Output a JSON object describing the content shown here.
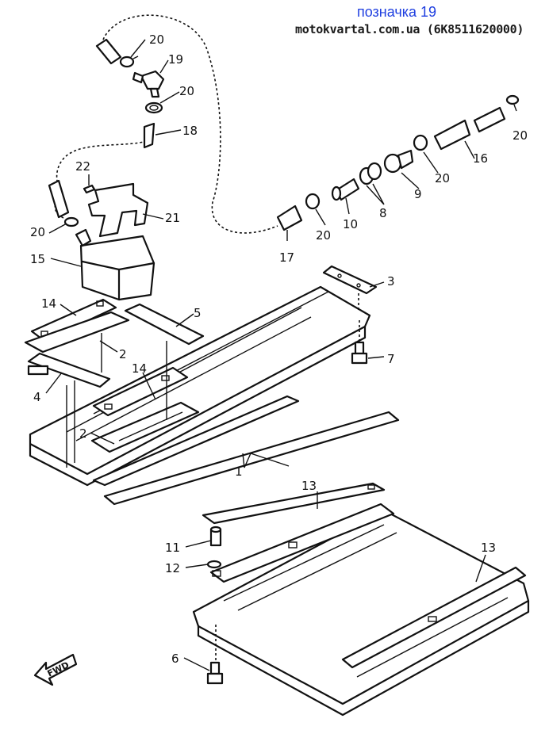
{
  "header": {
    "title": "позначка 19",
    "subtitle": "motokvartal.com.ua (6K8511620000)"
  },
  "direction_label": "FWD",
  "callouts": {
    "c1": "1",
    "c2a": "2",
    "c2b": "2",
    "c3": "3",
    "c4": "4",
    "c5": "5",
    "c6": "6",
    "c7": "7",
    "c8": "8",
    "c9": "9",
    "c10": "10",
    "c11": "11",
    "c12": "12",
    "c13a": "13",
    "c13b": "13",
    "c14a": "14",
    "c14b": "14",
    "c15": "15",
    "c16": "16",
    "c17": "17",
    "c18": "18",
    "c19": "19",
    "c20a": "20",
    "c20b": "20",
    "c20c": "20",
    "c20d": "20",
    "c20e": "20",
    "c20f": "20",
    "c21": "21",
    "c22": "22"
  },
  "colors": {
    "header_title": "#1f3fe0",
    "line": "#111111"
  }
}
